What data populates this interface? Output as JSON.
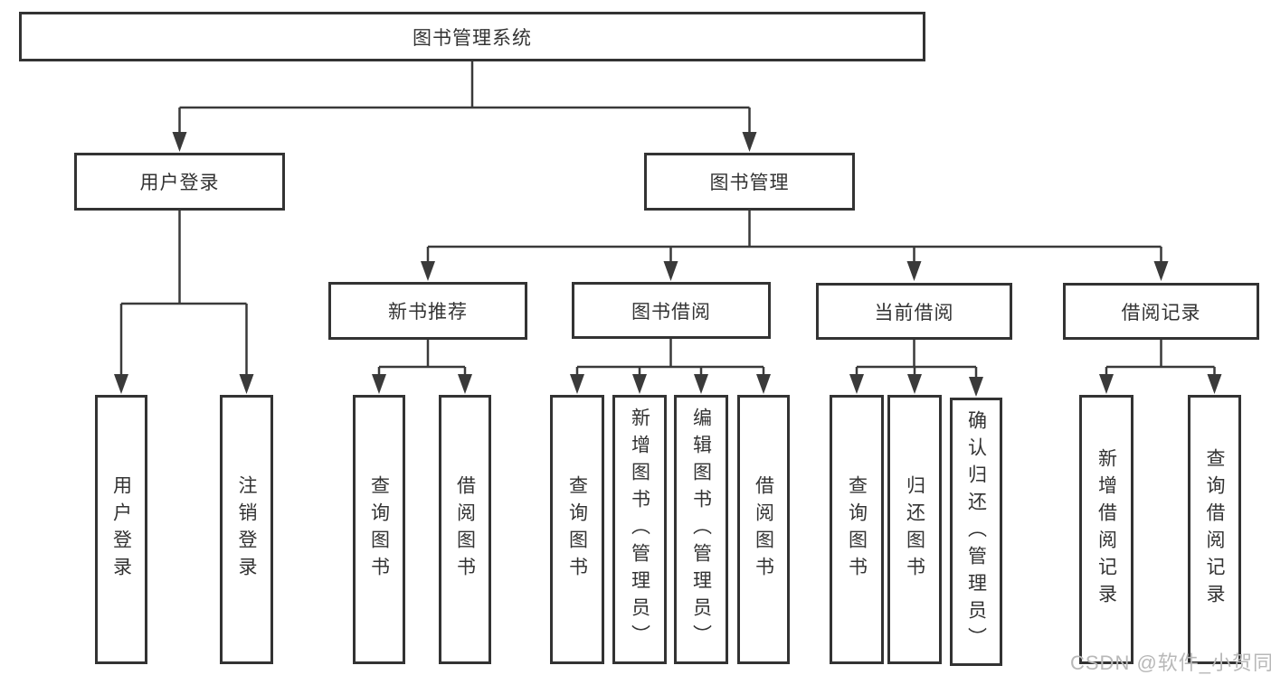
{
  "diagram": {
    "type": "hierarchy-tree",
    "title": "图书管理系统",
    "children": [
      {
        "label": "用户登录",
        "children": [
          {
            "label": "用户登录"
          },
          {
            "label": "注销登录"
          }
        ]
      },
      {
        "label": "图书管理",
        "children": [
          {
            "label": "新书推荐",
            "children": [
              {
                "label": "查询图书"
              },
              {
                "label": "借阅图书"
              }
            ]
          },
          {
            "label": "图书借阅",
            "children": [
              {
                "label": "查询图书"
              },
              {
                "label": "新增图书（管理员）"
              },
              {
                "label": "编辑图书（管理员）"
              },
              {
                "label": "借阅图书"
              }
            ]
          },
          {
            "label": "当前借阅",
            "children": [
              {
                "label": "查询图书"
              },
              {
                "label": "归还图书"
              },
              {
                "label": "确认归还（管理员）"
              }
            ]
          },
          {
            "label": "借阅记录",
            "children": [
              {
                "label": "新增借阅记录"
              },
              {
                "label": "查询借阅记录"
              }
            ]
          }
        ]
      }
    ]
  },
  "colors": {
    "box_border": "#333333",
    "connector_line": "#3a3a3a",
    "text": "#333333",
    "watermark": "#b8b8b8",
    "background": "#ffffff"
  },
  "watermark": {
    "text": "CSDN @软件_小贺同学"
  }
}
